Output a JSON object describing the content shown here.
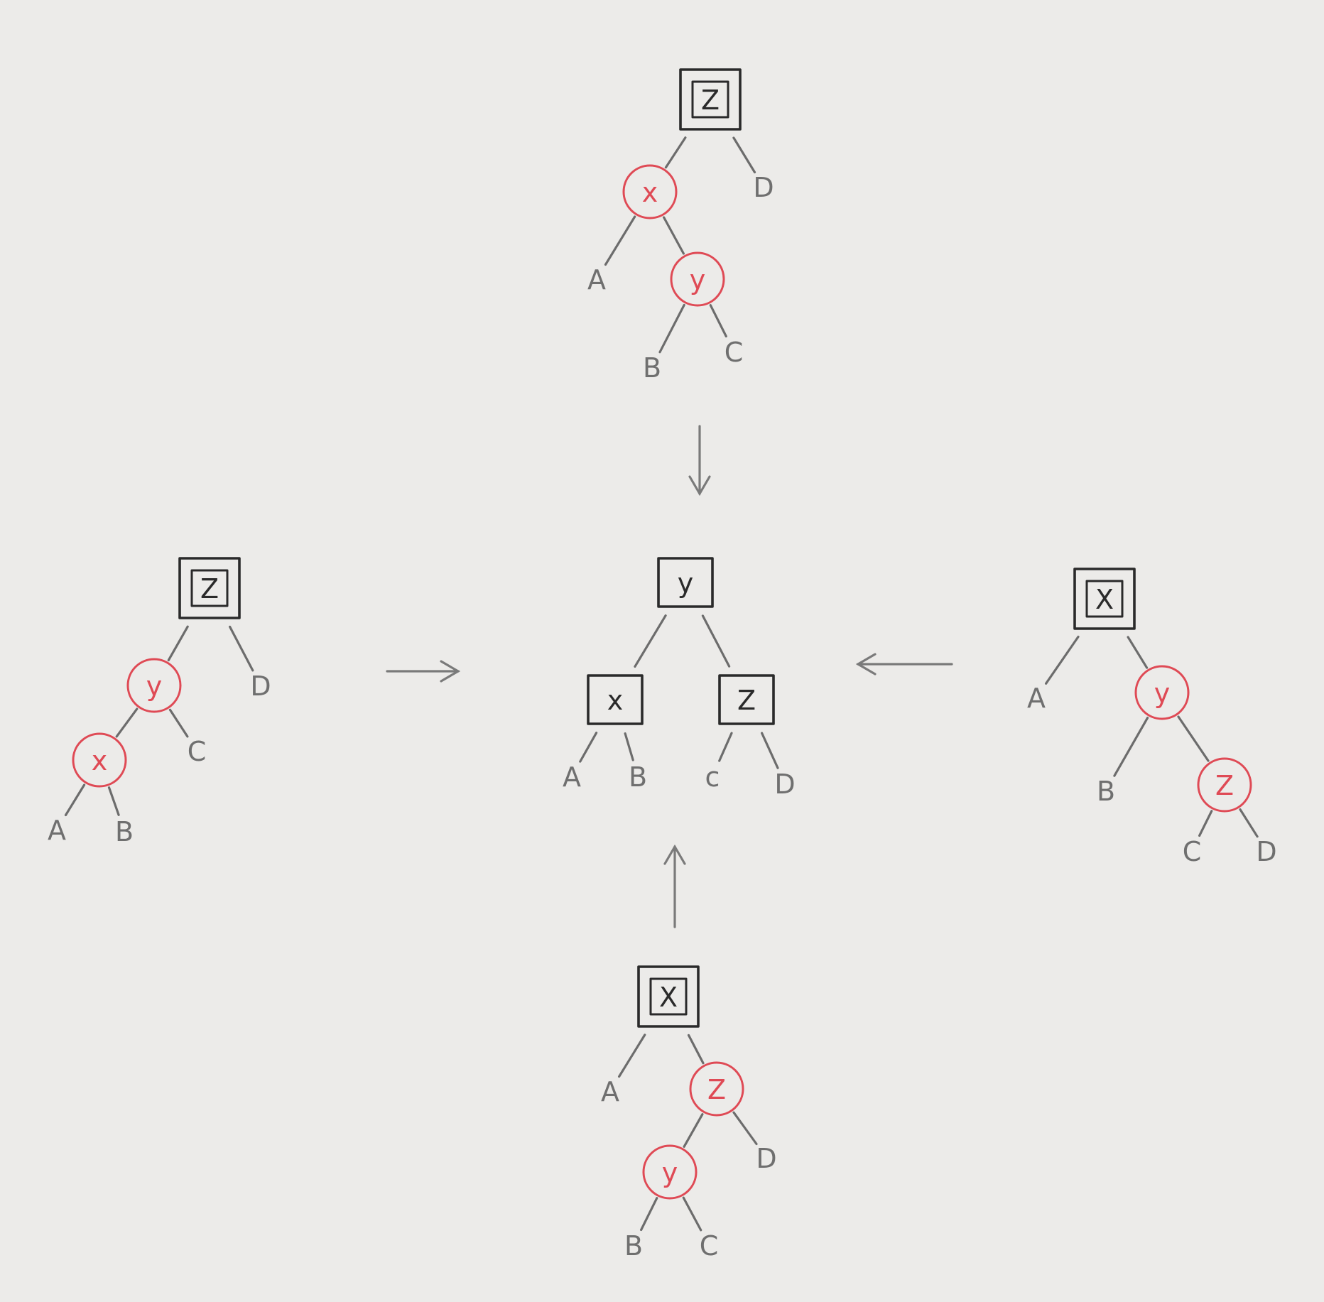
{
  "colors": {
    "paper": "#ecebe9",
    "ink_black": "#2a2a2a",
    "ink_gray": "#6f6f6f",
    "ink_red": "#df4a55",
    "edge": "#6c6c6c"
  },
  "node_kinds": {
    "double-box": "black node drawn as a square inside a square",
    "box": "black node drawn as a single square",
    "circle": "red node drawn as a red circle",
    "leaf": "subtree label without outline"
  },
  "trees": [
    {
      "id": "top",
      "nodes": [
        {
          "id": "t-z",
          "label": "Z",
          "kind": "double-box"
        },
        {
          "id": "t-x",
          "label": "x",
          "kind": "circle"
        },
        {
          "id": "t-D",
          "label": "D",
          "kind": "leaf"
        },
        {
          "id": "t-A",
          "label": "A",
          "kind": "leaf"
        },
        {
          "id": "t-y",
          "label": "y",
          "kind": "circle"
        },
        {
          "id": "t-B",
          "label": "B",
          "kind": "leaf"
        },
        {
          "id": "t-C",
          "label": "C",
          "kind": "leaf"
        }
      ]
    },
    {
      "id": "left",
      "nodes": [
        {
          "id": "l-z",
          "label": "Z",
          "kind": "double-box"
        },
        {
          "id": "l-y",
          "label": "y",
          "kind": "circle"
        },
        {
          "id": "l-D",
          "label": "D",
          "kind": "leaf"
        },
        {
          "id": "l-x",
          "label": "x",
          "kind": "circle"
        },
        {
          "id": "l-C",
          "label": "C",
          "kind": "leaf"
        },
        {
          "id": "l-A",
          "label": "A",
          "kind": "leaf"
        },
        {
          "id": "l-B",
          "label": "B",
          "kind": "leaf"
        }
      ]
    },
    {
      "id": "center",
      "nodes": [
        {
          "id": "c-y",
          "label": "y",
          "kind": "box"
        },
        {
          "id": "c-x",
          "label": "x",
          "kind": "box"
        },
        {
          "id": "c-z",
          "label": "Z",
          "kind": "box"
        },
        {
          "id": "c-A",
          "label": "A",
          "kind": "leaf"
        },
        {
          "id": "c-B",
          "label": "B",
          "kind": "leaf"
        },
        {
          "id": "c-C",
          "label": "c",
          "kind": "leaf"
        },
        {
          "id": "c-D",
          "label": "D",
          "kind": "leaf"
        }
      ]
    },
    {
      "id": "right",
      "nodes": [
        {
          "id": "r-x",
          "label": "X",
          "kind": "double-box"
        },
        {
          "id": "r-A",
          "label": "A",
          "kind": "leaf"
        },
        {
          "id": "r-y",
          "label": "y",
          "kind": "circle"
        },
        {
          "id": "r-B",
          "label": "B",
          "kind": "leaf"
        },
        {
          "id": "r-z",
          "label": "Z",
          "kind": "circle"
        },
        {
          "id": "r-C",
          "label": "C",
          "kind": "leaf"
        },
        {
          "id": "r-D",
          "label": "D",
          "kind": "leaf"
        }
      ]
    },
    {
      "id": "bottom",
      "nodes": [
        {
          "id": "b-x",
          "label": "X",
          "kind": "double-box"
        },
        {
          "id": "b-A",
          "label": "A",
          "kind": "leaf"
        },
        {
          "id": "b-z",
          "label": "Z",
          "kind": "circle"
        },
        {
          "id": "b-y",
          "label": "y",
          "kind": "circle"
        },
        {
          "id": "b-D",
          "label": "D",
          "kind": "leaf"
        },
        {
          "id": "b-B",
          "label": "B",
          "kind": "leaf"
        },
        {
          "id": "b-C",
          "label": "C",
          "kind": "leaf"
        }
      ]
    }
  ],
  "edges": [
    {
      "from": "t-z",
      "to": "t-x"
    },
    {
      "from": "t-z",
      "to": "t-D"
    },
    {
      "from": "t-x",
      "to": "t-A"
    },
    {
      "from": "t-x",
      "to": "t-y"
    },
    {
      "from": "t-y",
      "to": "t-B"
    },
    {
      "from": "t-y",
      "to": "t-C"
    },
    {
      "from": "l-z",
      "to": "l-y"
    },
    {
      "from": "l-z",
      "to": "l-D"
    },
    {
      "from": "l-y",
      "to": "l-x"
    },
    {
      "from": "l-y",
      "to": "l-C"
    },
    {
      "from": "l-x",
      "to": "l-A"
    },
    {
      "from": "l-x",
      "to": "l-B"
    },
    {
      "from": "c-y",
      "to": "c-x"
    },
    {
      "from": "c-y",
      "to": "c-z"
    },
    {
      "from": "c-x",
      "to": "c-A"
    },
    {
      "from": "c-x",
      "to": "c-B"
    },
    {
      "from": "c-z",
      "to": "c-C"
    },
    {
      "from": "c-z",
      "to": "c-D"
    },
    {
      "from": "r-x",
      "to": "r-A"
    },
    {
      "from": "r-x",
      "to": "r-y"
    },
    {
      "from": "r-y",
      "to": "r-B"
    },
    {
      "from": "r-y",
      "to": "r-z"
    },
    {
      "from": "r-z",
      "to": "r-C"
    },
    {
      "from": "r-z",
      "to": "r-D"
    },
    {
      "from": "b-x",
      "to": "b-A"
    },
    {
      "from": "b-x",
      "to": "b-z"
    },
    {
      "from": "b-z",
      "to": "b-y"
    },
    {
      "from": "b-z",
      "to": "b-D"
    },
    {
      "from": "b-y",
      "to": "b-B"
    },
    {
      "from": "b-y",
      "to": "b-C"
    }
  ],
  "arrows": [
    {
      "id": "arrow-from-top",
      "direction": "down"
    },
    {
      "id": "arrow-from-left",
      "direction": "right"
    },
    {
      "id": "arrow-from-right",
      "direction": "left"
    },
    {
      "id": "arrow-from-bottom",
      "direction": "up"
    }
  ]
}
